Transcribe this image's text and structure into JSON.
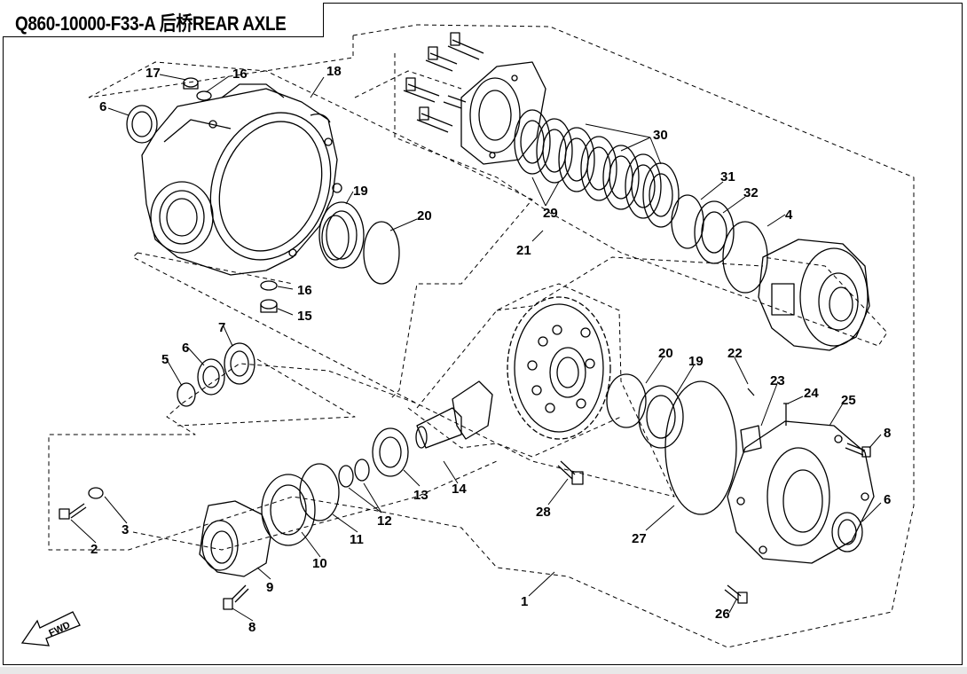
{
  "title": "Q860-10000-F33-A 后桥REAR AXLE",
  "fwd_label": "FWD",
  "parts": [
    {
      "id": "p1",
      "label": "1",
      "name": "rear axle assembly"
    },
    {
      "id": "p2",
      "label": "2",
      "name": "bolt"
    },
    {
      "id": "p3",
      "label": "3",
      "name": "washer"
    },
    {
      "id": "p4",
      "label": "4",
      "name": "clutch housing"
    },
    {
      "id": "p5",
      "label": "5",
      "name": "o-ring"
    },
    {
      "id": "p6a",
      "label": "6",
      "name": "oil seal upper left"
    },
    {
      "id": "p6b",
      "label": "6",
      "name": "oil seal input"
    },
    {
      "id": "p6c",
      "label": "6",
      "name": "oil seal right"
    },
    {
      "id": "p7",
      "label": "7",
      "name": "bearing"
    },
    {
      "id": "p8a",
      "label": "8",
      "name": "bolt lower"
    },
    {
      "id": "p8b",
      "label": "8",
      "name": "bolt right"
    },
    {
      "id": "p9",
      "label": "9",
      "name": "input cover"
    },
    {
      "id": "p10",
      "label": "10",
      "name": "gasket"
    },
    {
      "id": "p11",
      "label": "11",
      "name": "o-ring large"
    },
    {
      "id": "p12",
      "label": "12",
      "name": "shims"
    },
    {
      "id": "p13",
      "label": "13",
      "name": "bearing"
    },
    {
      "id": "p14",
      "label": "14",
      "name": "pinion gear set"
    },
    {
      "id": "p15",
      "label": "15",
      "name": "drain plug"
    },
    {
      "id": "p16a",
      "label": "16",
      "name": "washer upper"
    },
    {
      "id": "p16b",
      "label": "16",
      "name": "washer lower"
    },
    {
      "id": "p17",
      "label": "17",
      "name": "filler plug"
    },
    {
      "id": "p18",
      "label": "18",
      "name": "axle housing"
    },
    {
      "id": "p19a",
      "label": "19",
      "name": "bearing left"
    },
    {
      "id": "p19b",
      "label": "19",
      "name": "bearing right"
    },
    {
      "id": "p20a",
      "label": "20",
      "name": "snap ring left"
    },
    {
      "id": "p20b",
      "label": "20",
      "name": "snap ring right"
    },
    {
      "id": "p21",
      "label": "21",
      "name": "clutch pack assembly"
    },
    {
      "id": "p22",
      "label": "22",
      "name": "screw"
    },
    {
      "id": "p23",
      "label": "23",
      "name": "bracket"
    },
    {
      "id": "p24",
      "label": "24",
      "name": "pin"
    },
    {
      "id": "p25",
      "label": "25",
      "name": "end cover"
    },
    {
      "id": "p26",
      "label": "26",
      "name": "bolt"
    },
    {
      "id": "p27",
      "label": "27",
      "name": "o-ring"
    },
    {
      "id": "p28",
      "label": "28",
      "name": "bolt"
    },
    {
      "id": "p29",
      "label": "29",
      "name": "friction plates"
    },
    {
      "id": "p30",
      "label": "30",
      "name": "steel plates"
    },
    {
      "id": "p31",
      "label": "31",
      "name": "spring"
    },
    {
      "id": "p32",
      "label": "32",
      "name": "plate"
    }
  ]
}
